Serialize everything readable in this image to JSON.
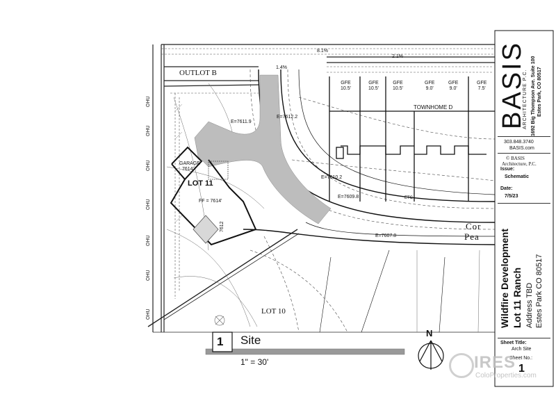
{
  "plan": {
    "lots": {
      "outlot_b": "OUTLOT B",
      "lot_11": "LOT 11",
      "lot_10": "LOT 10",
      "townhome_d": "TOWNHOME D"
    },
    "building": {
      "garage": "GARAGE",
      "garage_ff": "7614'",
      "ff": "FF = 7614'",
      "contour_7612": "7612"
    },
    "spot_elevations": [
      "E=7612.2",
      "E=7611.9",
      "E=7610.2",
      "E=7609.8",
      "E=7607.8"
    ],
    "gfe": [
      {
        "label": "GFE",
        "value": "10.5'"
      },
      {
        "label": "GFE",
        "value": "10.5'"
      },
      {
        "label": "GFE",
        "value": "10.5'"
      },
      {
        "label": "GFE",
        "value": "9.0'"
      },
      {
        "label": "GFE",
        "value": "9.0'"
      },
      {
        "label": "GFE",
        "value": "7.5'"
      }
    ],
    "slopes": {
      "s1": "8.1%",
      "s2": "2.1%",
      "s3": "1.4%"
    },
    "street_partial": {
      "line1": "Cor",
      "line2": "Pea"
    },
    "utility_tag": "OHU",
    "etc_tag": "ETC"
  },
  "view": {
    "number": "1",
    "title": "Site",
    "scale": "1\"   = 30'",
    "north": "N"
  },
  "title_block": {
    "firm_name": "BASIS",
    "firm_sub": "ARCHITECTURE P.C.",
    "address_line1": "1692 Big Thompson Ave. Suite 100",
    "address_line2": "Estes Park, CO 80517",
    "phone": "303.848.3740",
    "web": "BASIS.com",
    "copyright_line1": "© BASIS",
    "copyright_line2": "Architecture, P.C.",
    "issue_label": "Issue:",
    "issue_value": "Schematic",
    "date_label": "Date:",
    "date_value": "7/5/23",
    "project_line1": "Wildfire Development",
    "project_line2": "Lot 11 Ranch",
    "project_addr1": "Address TBD",
    "project_addr2": "Estes Park CO 80517",
    "sheet_title_label": "Sheet Title:",
    "sheet_title_value": "Arch Site",
    "sheet_no_label": "Sheet No.:",
    "sheet_no_value": "1"
  },
  "watermark": {
    "brand": "IRES",
    "url": "ColoProperties.com"
  }
}
